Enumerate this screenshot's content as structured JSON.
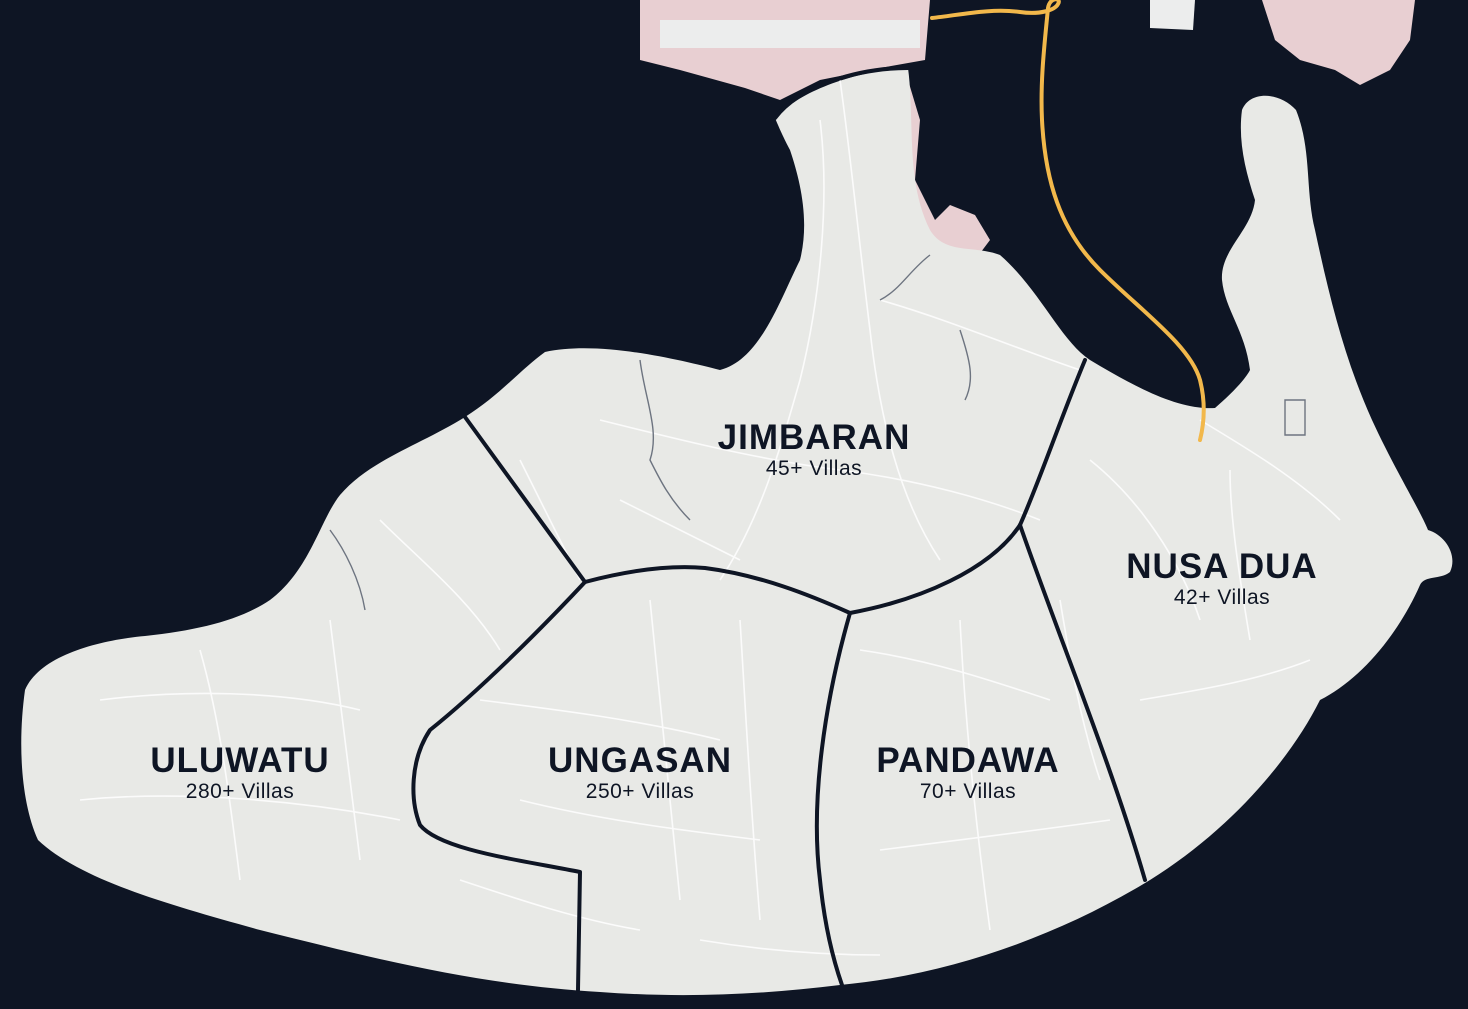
{
  "colors": {
    "sea": "#0e1524",
    "land": "#e8e9e6",
    "urban": "#e8cfd2",
    "border": "#0e1524",
    "route": "#f2b84b",
    "roads": "#ffffff"
  },
  "regions": [
    {
      "id": "jimbaran",
      "name": "JIMBARAN",
      "count": "45+ Villas"
    },
    {
      "id": "nusa-dua",
      "name": "NUSA DUA",
      "count": "42+ Villas"
    },
    {
      "id": "uluwatu",
      "name": "ULUWATU",
      "count": "280+ Villas"
    },
    {
      "id": "ungasan",
      "name": "UNGASAN",
      "count": "250+ Villas"
    },
    {
      "id": "pandawa",
      "name": "PANDAWA",
      "count": "70+ Villas"
    }
  ]
}
